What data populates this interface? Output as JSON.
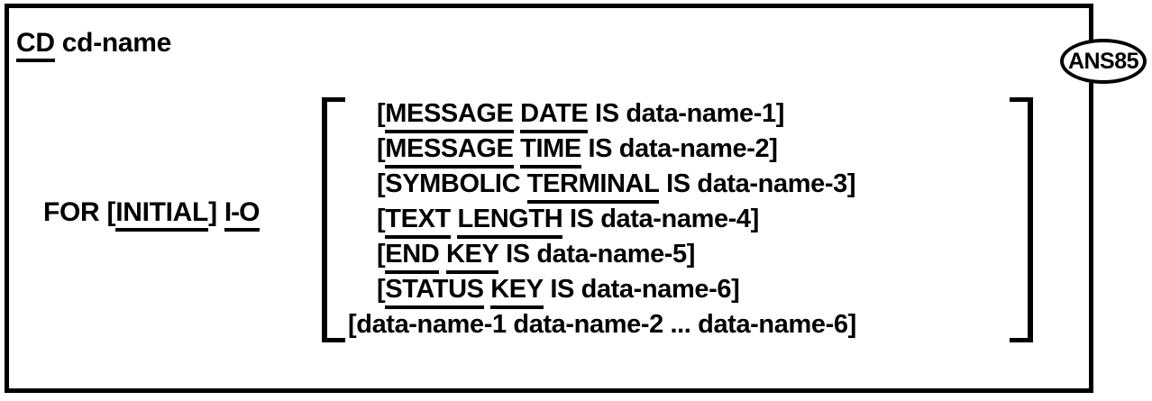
{
  "figure": {
    "kind": "cobol-syntax-diagram",
    "title": "CD cd-name FOR [INITIAL] I-O",
    "standard_badge": "ANS85",
    "colors": {
      "ink": "#000000",
      "paper": "#ffffff"
    }
  },
  "header_clause": {
    "keyword": "CD",
    "keyword_underlined": true,
    "operand": "cd-name",
    "full_text": "CD cd-name"
  },
  "for_clause": {
    "lead": "FOR",
    "optional_open": "[",
    "optional_keyword": "INITIAL",
    "optional_keyword_underlined": true,
    "optional_close": "]",
    "mode": "I-O",
    "mode_underlined": true,
    "full_text": "FOR [INITIAL] I-O"
  },
  "bracket": {
    "left_glyph": "[",
    "right_glyph": "]",
    "note": "tall square bracket enclosing the optional clause list"
  },
  "options": [
    {
      "id": "message-date",
      "open": "[",
      "words": [
        {
          "text": "MESSAGE",
          "underlined": true
        },
        {
          "text": "DATE",
          "underlined": true
        },
        {
          "text": "IS",
          "underlined": false
        },
        {
          "text": "data-name-1",
          "underlined": false
        }
      ],
      "close": "]",
      "full_text": "[MESSAGE DATE IS data-name-1]"
    },
    {
      "id": "message-time",
      "open": "[",
      "words": [
        {
          "text": "MESSAGE",
          "underlined": true
        },
        {
          "text": "TIME",
          "underlined": true
        },
        {
          "text": "IS",
          "underlined": false
        },
        {
          "text": "data-name-2",
          "underlined": false
        }
      ],
      "close": "]",
      "full_text": "[MESSAGE TIME IS data-name-2]"
    },
    {
      "id": "symbolic-terminal",
      "open": "[",
      "words": [
        {
          "text": "SYMBOLIC",
          "underlined": false
        },
        {
          "text": "TERMINAL",
          "underlined": true
        },
        {
          "text": "IS",
          "underlined": false
        },
        {
          "text": "data-name-3",
          "underlined": false
        }
      ],
      "close": "]",
      "full_text": "[SYMBOLIC TERMINAL IS data-name-3]"
    },
    {
      "id": "text-length",
      "open": "[",
      "words": [
        {
          "text": "TEXT",
          "underlined": true
        },
        {
          "text": "LENGTH",
          "underlined": true
        },
        {
          "text": "IS",
          "underlined": false
        },
        {
          "text": "data-name-4",
          "underlined": false
        }
      ],
      "close": "]",
      "full_text": "[TEXT LENGTH IS data-name-4]"
    },
    {
      "id": "end-key",
      "open": "[",
      "words": [
        {
          "text": "END",
          "underlined": true
        },
        {
          "text": "KEY",
          "underlined": true
        },
        {
          "text": "IS",
          "underlined": false
        },
        {
          "text": "data-name-5",
          "underlined": false
        }
      ],
      "close": "]",
      "full_text": "[END KEY IS data-name-5]"
    },
    {
      "id": "status-key",
      "open": "[",
      "words": [
        {
          "text": "STATUS",
          "underlined": true
        },
        {
          "text": "KEY",
          "underlined": true
        },
        {
          "text": "IS",
          "underlined": false
        },
        {
          "text": "data-name-6",
          "underlined": false
        }
      ],
      "close": "]",
      "full_text": "[STATUS KEY IS data-name-6]"
    },
    {
      "id": "data-name-list",
      "open": "[",
      "words": [
        {
          "text": "data-name-1",
          "underlined": false
        },
        {
          "text": "data-name-2",
          "underlined": false
        },
        {
          "text": "...",
          "underlined": false
        },
        {
          "text": "data-name-6",
          "underlined": false
        }
      ],
      "close": "]",
      "flush_left": true,
      "full_text": "[data-name-1 data-name-2 ... data-name-6]"
    }
  ]
}
